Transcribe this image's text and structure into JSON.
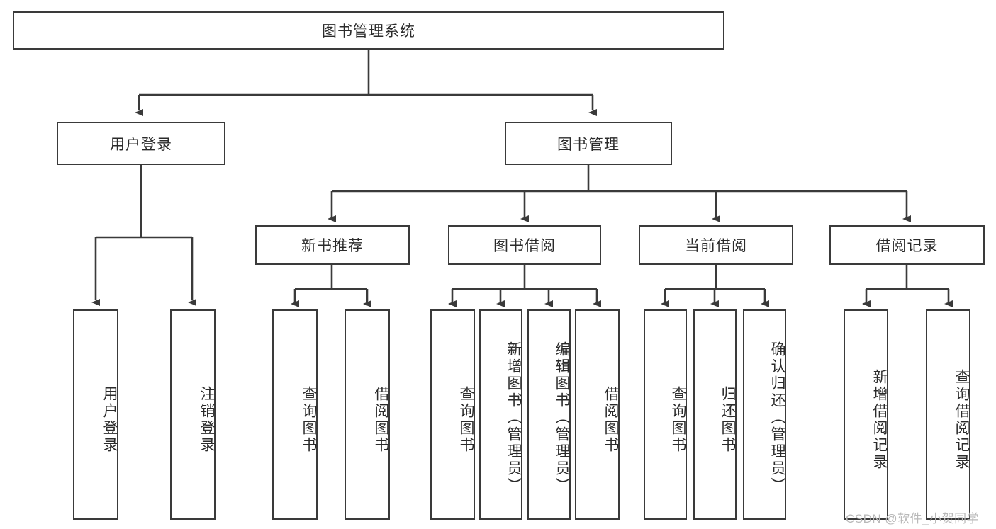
{
  "diagram": {
    "type": "tree-hierarchy",
    "title_node": {
      "label": "图书管理系统"
    },
    "level2": [
      {
        "label": "用户登录"
      },
      {
        "label": "图书管理"
      }
    ],
    "level3": [
      {
        "label": "新书推荐"
      },
      {
        "label": "图书借阅"
      },
      {
        "label": "当前借阅"
      },
      {
        "label": "借阅记录"
      }
    ],
    "leaves": {
      "user_login": [
        {
          "label": "用户登录"
        },
        {
          "label": "注销登录"
        }
      ],
      "new_book_recommend": [
        {
          "label": "查询图书"
        },
        {
          "label": "借阅图书"
        }
      ],
      "book_borrow": [
        {
          "label": "查询图书"
        },
        {
          "label": "新增图书（管理员）"
        },
        {
          "label": "编辑图书（管理员）"
        },
        {
          "label": "借阅图书"
        }
      ],
      "current_borrow": [
        {
          "label": "查询图书"
        },
        {
          "label": "归还图书"
        },
        {
          "label": "确认归还（管理员）"
        }
      ],
      "borrow_records": [
        {
          "label": "新增借阅记录"
        },
        {
          "label": "查询借阅记录"
        }
      ]
    }
  },
  "watermark": {
    "text": "CSDN @软件_小贺同学"
  },
  "colors": {
    "border": "#3a3a3a",
    "text": "#2b2b2b",
    "background": "#ffffff",
    "watermark": "#b9b9b9"
  }
}
